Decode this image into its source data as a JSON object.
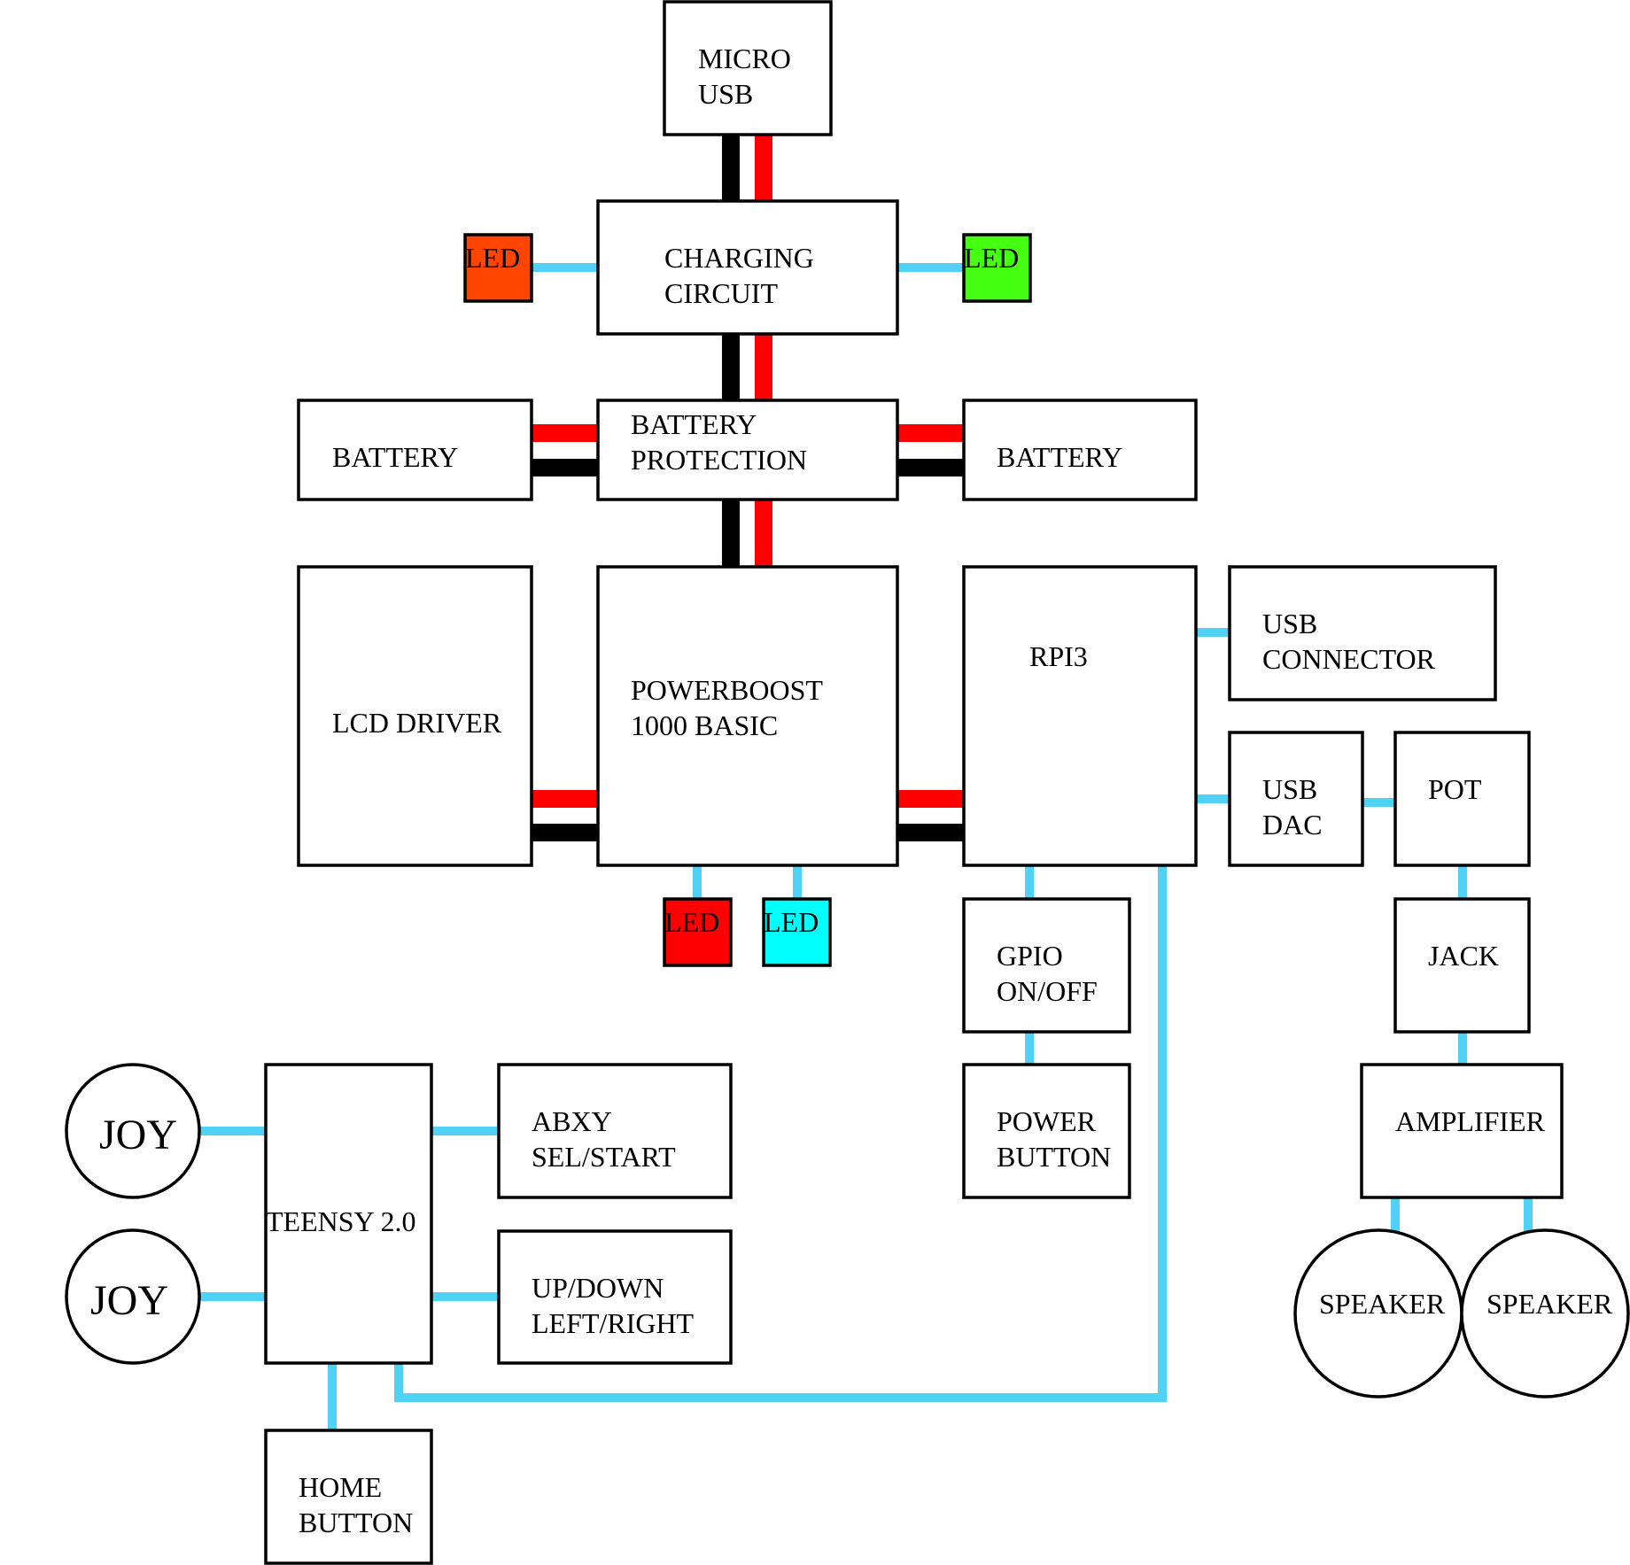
{
  "colors": {
    "wire_signal": "#4fd2f5",
    "wire_positive": "#ff0000",
    "wire_ground": "#000000",
    "led_orange": "#ff4500",
    "led_green": "#44ff11",
    "led_red": "#ff0000",
    "led_cyan": "#00ffff"
  },
  "nodes": {
    "micro_usb": [
      "MICRO",
      "USB"
    ],
    "charging_circuit": [
      "CHARGING",
      "CIRCUIT"
    ],
    "led_left_charging": "LED",
    "led_right_charging": "LED",
    "battery_left": "BATTERY",
    "battery_protection": [
      "BATTERY",
      "PROTECTION"
    ],
    "battery_right": "BATTERY",
    "lcd_driver": "LCD DRIVER",
    "powerboost": [
      "POWERBOOST",
      "1000 BASIC"
    ],
    "rpi3": "RPI3",
    "usb_connector": [
      "USB",
      "CONNECTOR"
    ],
    "usb_dac": [
      "USB",
      "DAC"
    ],
    "pot": "POT",
    "led_powerboost_red": "LED",
    "led_powerboost_cyan": "LED",
    "gpio_onoff": [
      "GPIO",
      "ON/OFF"
    ],
    "jack": "JACK",
    "power_button": [
      "POWER",
      "BUTTON"
    ],
    "amplifier": "AMPLIFIER",
    "joy_top": "JOY",
    "joy_bottom": "JOY",
    "teensy": "TEENSY 2.0",
    "abxy": [
      "ABXY",
      "SEL/START"
    ],
    "dpad": [
      "UP/DOWN",
      "LEFT/RIGHT"
    ],
    "home_button": [
      "HOME",
      "BUTTON"
    ],
    "speaker_left": "SPEAKER",
    "speaker_right": "SPEAKER"
  }
}
